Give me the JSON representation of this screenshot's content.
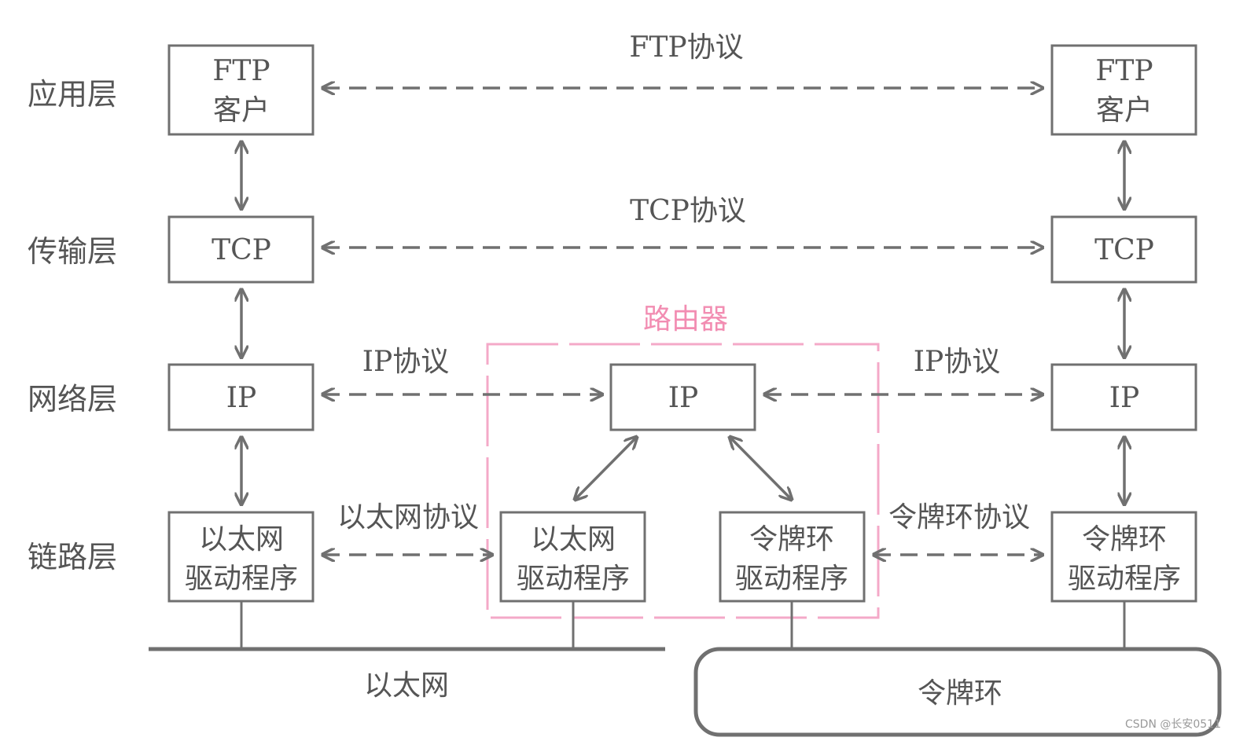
{
  "layers": {
    "application": "应用层",
    "transport": "传输层",
    "network": "网络层",
    "link": "链路层"
  },
  "protocols": {
    "ftp": "FTP协议",
    "tcp": "TCP协议",
    "ip_left": "IP协议",
    "ip_right": "IP协议",
    "ethernet": "以太网协议",
    "token_ring": "令牌环协议"
  },
  "router": {
    "label": "路由器",
    "ip": "IP",
    "eth_driver_line1": "以太网",
    "eth_driver_line2": "驱动程序",
    "token_driver_line1": "令牌环",
    "token_driver_line2": "驱动程序"
  },
  "left_host": {
    "ftp_line1": "FTP",
    "ftp_line2": "客户",
    "tcp": "TCP",
    "ip": "IP",
    "driver_line1": "以太网",
    "driver_line2": "驱动程序"
  },
  "right_host": {
    "ftp_line1": "FTP",
    "ftp_line2": "客户",
    "tcp": "TCP",
    "ip": "IP",
    "driver_line1": "令牌环",
    "driver_line2": "驱动程序"
  },
  "networks": {
    "ethernet": "以太网",
    "token_ring": "令牌环"
  },
  "watermark": "CSDN @长安0511",
  "colors": {
    "line": "#707070",
    "text": "#555555",
    "router_accent": "#f28db2"
  }
}
